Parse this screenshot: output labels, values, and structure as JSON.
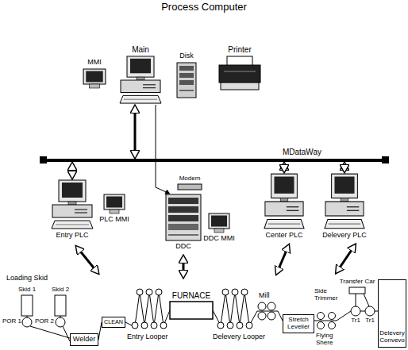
{
  "diagram": {
    "title": "Process Computer",
    "nodes": [
      {
        "text": [
          "MMI"
        ]
      },
      {
        "text": [
          "Main"
        ]
      },
      {
        "text": [
          "Disk"
        ]
      },
      {
        "text": [
          "Printer"
        ]
      },
      {
        "text": [
          "MDataWay"
        ]
      },
      {
        "text": [
          "Entry PLC"
        ]
      },
      {
        "text": [
          "PLC MMI"
        ]
      },
      {
        "text": [
          "Modem"
        ]
      },
      {
        "text": [
          "DDC"
        ]
      },
      {
        "text": [
          "DDC MMI"
        ]
      },
      {
        "text": [
          "Center PLC"
        ]
      },
      {
        "text": [
          "Delevery PLC"
        ]
      },
      {
        "text": [
          "Skid 1"
        ]
      },
      {
        "text": [
          "Skid 2"
        ]
      },
      {
        "text": [
          "Welder"
        ]
      },
      {
        "text": [
          "CLEAN"
        ]
      },
      {
        "text": [
          "FURNACE"
        ]
      },
      {
        "text": [
          "Stretch Leveller"
        ]
      },
      {
        "text": [
          "Transfer Car"
        ]
      },
      {
        "text": [
          "Delevery Convevo"
        ]
      }
    ],
    "edges": [
      {
        "from": 1,
        "to": 4,
        "arrow": "both"
      },
      {
        "from": 4,
        "to": 5,
        "arrow": "both"
      },
      {
        "from": 4,
        "to": 10,
        "arrow": "both"
      },
      {
        "from": 4,
        "to": 11,
        "arrow": "both"
      },
      {
        "from": 1,
        "to": 8,
        "arrow": "to"
      }
    ],
    "labels": [
      "Loading Skid",
      "POR 1",
      "POR 2",
      "Entry Looper",
      "Delevery Looper",
      "Mill",
      "Side Trimmer",
      "Flying Shere",
      "Tr1",
      "Tr1"
    ]
  }
}
